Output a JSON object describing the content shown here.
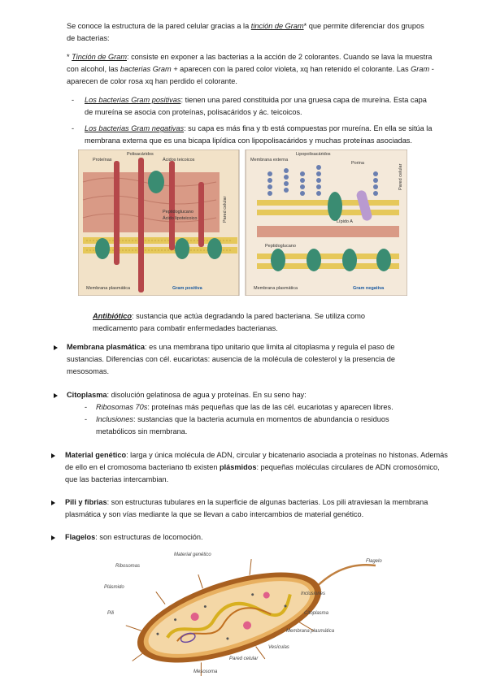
{
  "intro": {
    "a": "Se conoce la estructura de la pared celular gracias a la ",
    "gram_link": "tinción de Gram",
    "b": "* que permite diferenciar dos grupos de bacterias:"
  },
  "gram_note": {
    "star": "* ",
    "term": "Tinción de Gram",
    "a": ": consiste en exponer a las bacterias a la acción de 2 colorantes. Cuando se lava la muestra con alcohol, las ",
    "term2": "bacterias Gram +",
    "b": " aparecen con la pared color violeta, xq han retenido el colorante. Las ",
    "term3": "Gram -",
    "c": " aparecen de color rosa xq han perdido el colorante."
  },
  "gram_types": [
    {
      "dash": "-",
      "term": "Los bacterias Gram positivas",
      "text": ": tienen una pared constituida por una gruesa capa de mureína. Esta capa de mureína se asocia con proteínas, polisacáridos y ác. teicoicos."
    },
    {
      "dash": "-",
      "term": "Los bacterias Gram negativas",
      "text": ": su capa es más fina y tb está compuestas por mureína. En ella se sitúa la membrana externa que es una bicapa lipídica con lipopolisacáridos y muchas proteínas asociadas."
    }
  ],
  "figure1": {
    "left_labels": {
      "proteinas": "Proteínas",
      "polisacaridos": "Polisacáridos",
      "acidos": "Ácidos teicoicos",
      "peptidoglucano": "Peptidoglucano",
      "lipoteicoicos": "Ácido lipoteicoico",
      "pared": "Pared celular",
      "membrana": "Membrana plasmática",
      "gram": "Gram positiva"
    },
    "right_labels": {
      "membrana_externa": "Membrana externa",
      "lipopolisacaridos": "Lipopolisacáridos",
      "porina": "Porina",
      "pared": "Pared celular",
      "lipido": "Lípido A",
      "peptidoglucano": "Peptidoglucano",
      "membrana": "Membrana plasmática",
      "gram": "Gram negativa"
    }
  },
  "antibiotico": {
    "term": "Antibiótico",
    "text": ": sustancia que actúa degradando la pared bacteriana. Se utiliza como medicamento para combatir enfermedades bacterianas."
  },
  "sections": {
    "membrana": {
      "term": "Membrana plasmática",
      "text": ": es una membrana tipo unitario que limita al citoplasma y regula el paso de sustancias. Diferencias con cél. eucariotas: ausencia de la molécula de colesterol y la presencia de mesosomas."
    },
    "citoplasma": {
      "term": "Citoplasma",
      "text": ": disolución gelatinosa de agua y proteínas. En su seno hay:"
    },
    "cito_items": [
      {
        "dash": "-",
        "term": "Ribosomas 70s",
        "text": ": proteínas más pequeñas que las de las cél. eucariotas y aparecen libres."
      },
      {
        "dash": "-",
        "term": "Inclusiones",
        "text": ": sustancias que la bacteria acumula en momentos de abundancia o residuos metabólicos sin membrana."
      }
    ],
    "material": {
      "term": "Material genético",
      "a": ": larga y única molécula de ADN, circular y bicatenario asociada a proteínas no histonas. Además de ello en el cromosoma bacteriano tb existen ",
      "term2": "plásmidos",
      "b": ": pequeñas moléculas circulares de ADN cromosómico, que las bacterias intercambian."
    },
    "pili": {
      "term": "Pili y fibrias",
      "text": ": son estructuras tubulares en la superficie de algunas bacterias. Los pili atraviesan la membrana plasmática y son vías mediante la que se llevan a cabo intercambios de material genético."
    },
    "flagelos": {
      "term": "Flagelos",
      "text": ": son estructuras de locomoción."
    }
  },
  "figure2": {
    "labels": {
      "nucleoide": "Material genético",
      "ribosomas": "Ribosomas",
      "plasmido": "Plásmido",
      "pili": "Pili",
      "flagelo": "Flagelo",
      "inclusiones": "Inclusiones",
      "citoplasma": "Citoplasma",
      "membrana": "Membrana plasmática",
      "vesiculas": "Vesículas",
      "pared": "Pared celular",
      "mesosoma": "Mesosoma"
    }
  }
}
